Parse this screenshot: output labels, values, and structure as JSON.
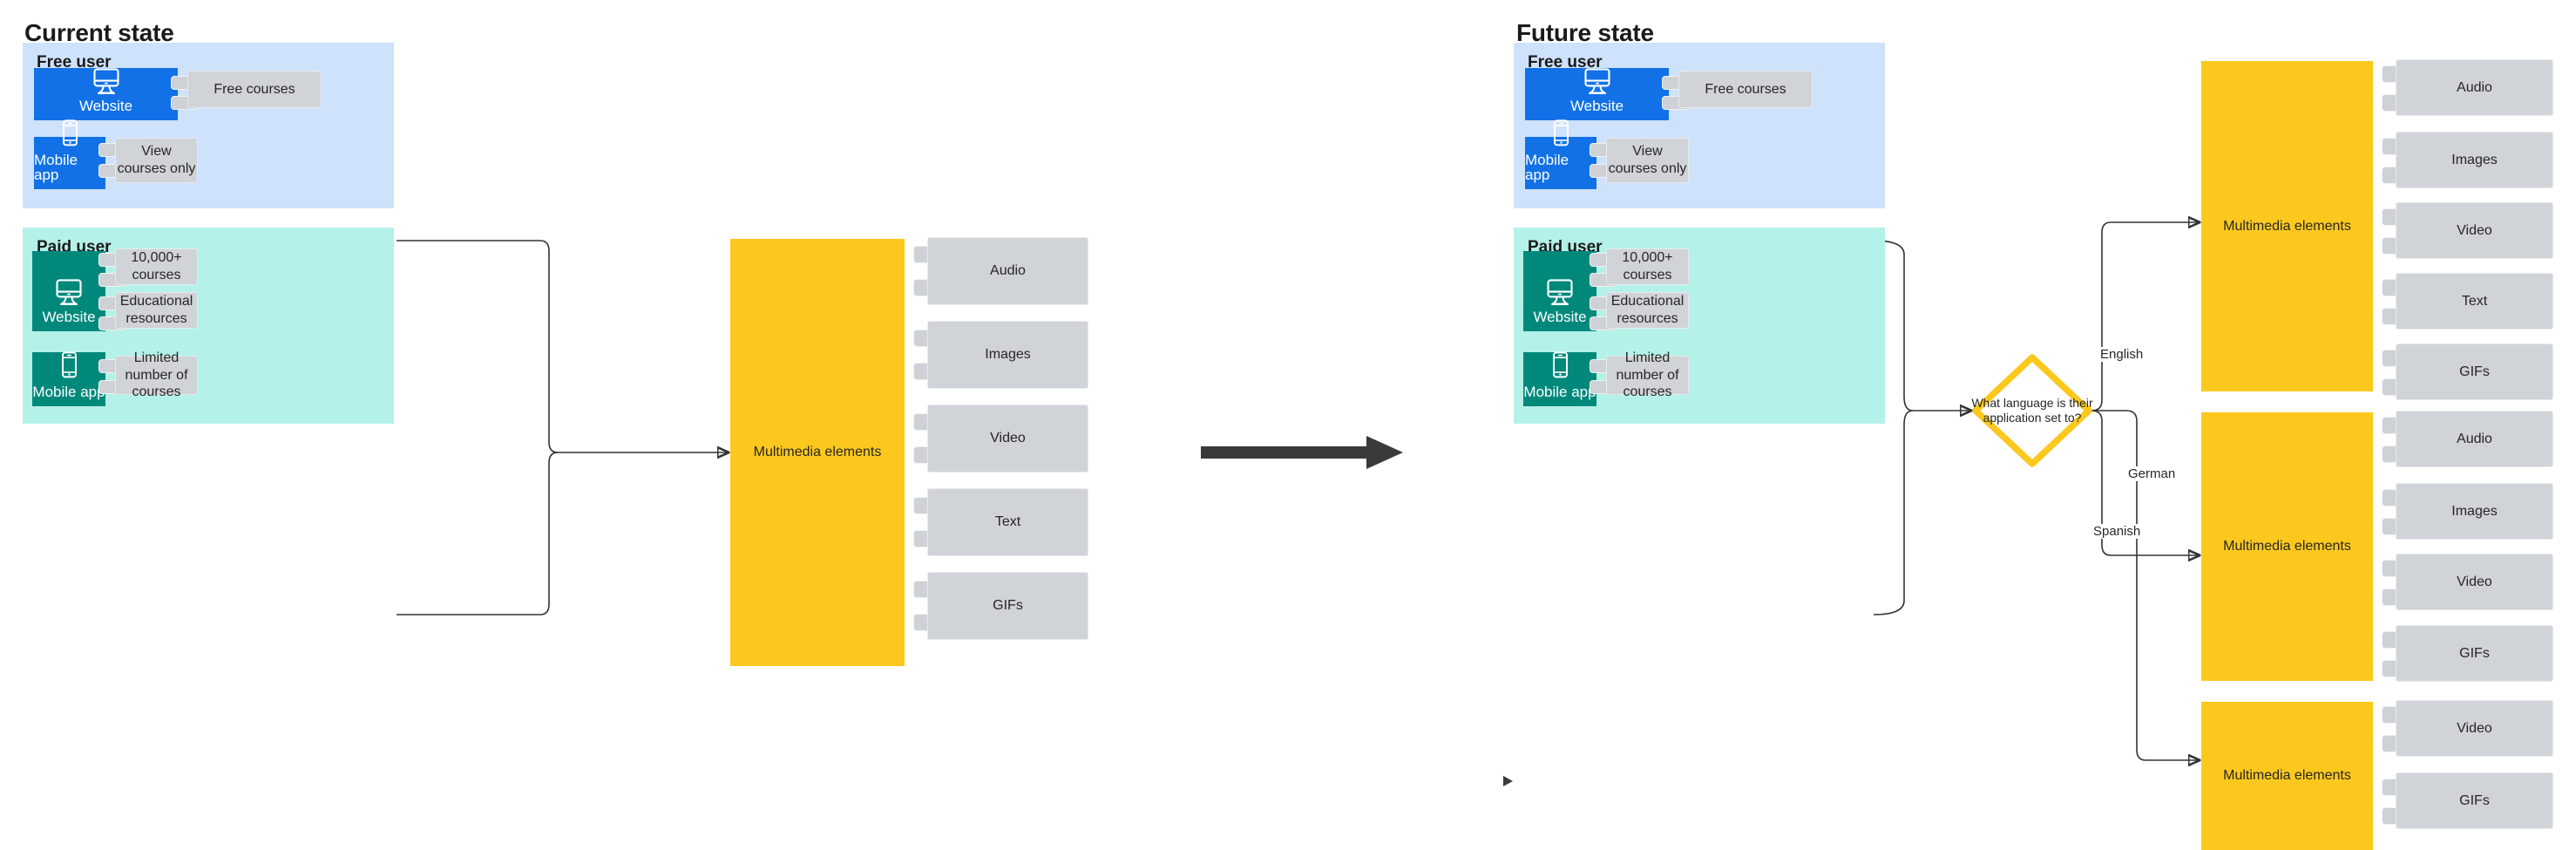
{
  "panels": {
    "current": {
      "title": "Current state"
    },
    "future": {
      "title": "Future state"
    }
  },
  "groups": {
    "free": {
      "label": "Free user"
    },
    "paid": {
      "label": "Paid user"
    }
  },
  "devices": {
    "website": {
      "label": "Website",
      "icon": "desktop-monitor-icon"
    },
    "mobile": {
      "label": "Mobile app",
      "icon": "mobile-phone-icon"
    }
  },
  "current_state": {
    "free_user": {
      "label": "Free user",
      "rows": [
        {
          "device": "Website",
          "icon": "desktop-monitor-icon",
          "feature": "Free courses"
        },
        {
          "device": "Mobile app",
          "icon": "mobile-phone-icon",
          "feature": "View courses only"
        }
      ]
    },
    "paid_user": {
      "label": "Paid user",
      "rows": [
        {
          "device": "Website",
          "icon": "desktop-monitor-icon",
          "feature": "10,000+ courses"
        },
        {
          "device": "Website",
          "icon": "desktop-monitor-icon",
          "feature": "Educational resources"
        },
        {
          "device": "Mobile app",
          "icon": "mobile-phone-icon",
          "feature": "Limited number of courses"
        }
      ]
    },
    "multimedia": {
      "label": "Multimedia elements",
      "items": [
        "Audio",
        "Images",
        "Video",
        "Text",
        "GIFs"
      ]
    }
  },
  "future_state": {
    "free_user": {
      "label": "Free user",
      "rows": [
        {
          "device": "Website",
          "icon": "desktop-monitor-icon",
          "feature": "Free courses"
        },
        {
          "device": "Mobile app",
          "icon": "mobile-phone-icon",
          "feature": "View courses only"
        }
      ]
    },
    "paid_user": {
      "label": "Paid user",
      "rows": [
        {
          "device": "Website",
          "icon": "desktop-monitor-icon",
          "feature": "10,000+ courses"
        },
        {
          "device": "Website",
          "icon": "desktop-monitor-icon",
          "feature": "Educational resources"
        },
        {
          "device": "Mobile app",
          "icon": "mobile-phone-icon",
          "feature": "Limited number of courses"
        }
      ]
    },
    "decision": {
      "text": "What language is their application set to?",
      "branches": [
        "English",
        "German",
        "Spanish"
      ]
    },
    "outputs": [
      {
        "branch": "English",
        "label": "Multimedia elements",
        "items": [
          "Audio",
          "Images",
          "Video",
          "Text",
          "GIFs"
        ]
      },
      {
        "branch": "German",
        "label": "Multimedia elements",
        "items": [
          "Audio",
          "Images",
          "Video",
          "GIFs"
        ]
      },
      {
        "branch": "Spanish",
        "label": "Multimedia elements",
        "items": [
          "Video",
          "GIFs"
        ]
      }
    ]
  },
  "transition_arrow": {
    "name": "big-right-arrow"
  },
  "colors": {
    "free_user_bg": "#cfe2fc",
    "paid_user_bg": "#b4f1e8",
    "website_blue": "#1271e6",
    "website_teal": "#00897b",
    "multimedia_yellow": "#fcc81e",
    "card_grey": "#d0d3d7",
    "text": "#262626"
  }
}
